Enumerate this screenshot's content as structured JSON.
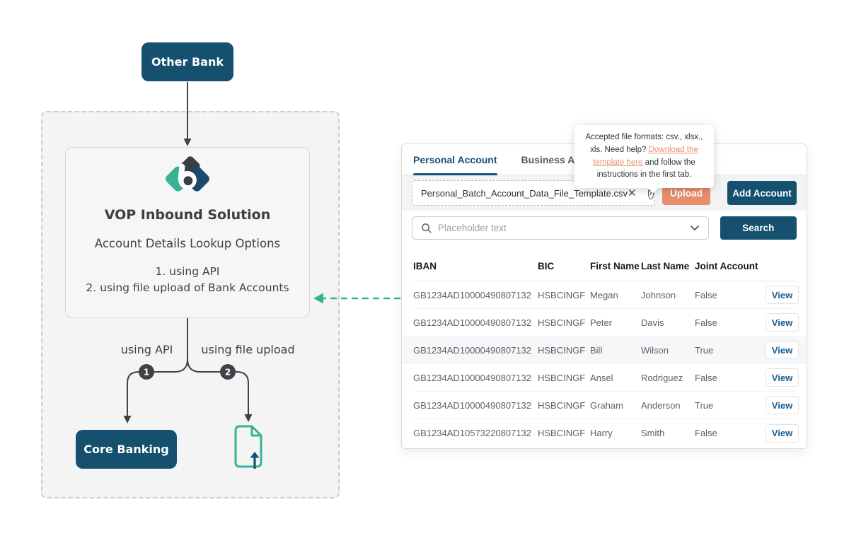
{
  "diagram": {
    "other_bank_label": "Other Bank",
    "solution_title": "VOP Inbound Solution",
    "solution_subtitle": "Account Details Lookup Options",
    "option_1": "1. using API",
    "option_2": "2. using file upload of Bank Accounts",
    "branch_api_label": "using API",
    "branch_file_label": "using file upload",
    "branch_api_number": "1",
    "branch_file_number": "2",
    "core_banking_label": "Core Banking",
    "colors": {
      "navy": "#15506f",
      "teal": "#35b392",
      "salmon": "#e78e6d",
      "charcoal": "#3f4347"
    }
  },
  "tooltip": {
    "text_before_link": "Accepted file formats: csv., xlsx., xls. Need help? ",
    "link_text": "Download the template here",
    "text_after_link": " and follow the instructions in the first tab."
  },
  "panel": {
    "tabs": [
      {
        "label": "Personal Account",
        "active": true
      },
      {
        "label": "Business Account",
        "active": false
      }
    ],
    "upload": {
      "file_name": "Personal_Batch_Account_Data_File_Template.csv",
      "upload_label": "Upload",
      "add_account_label": "Add Account"
    },
    "search": {
      "placeholder": "Placeholder text",
      "button_label": "Search"
    },
    "table": {
      "headers": [
        "IBAN",
        "BIC",
        "First Name",
        "Last Name",
        "Joint Account"
      ],
      "view_label": "View",
      "rows": [
        {
          "iban": "GB1234AD10000490807132",
          "bic": "HSBCINGF",
          "first": "Megan",
          "last": "Johnson",
          "joint": "False",
          "highlight": false
        },
        {
          "iban": "GB1234AD10000490807132",
          "bic": "HSBCINGF",
          "first": "Peter",
          "last": "Davis",
          "joint": "False",
          "highlight": false
        },
        {
          "iban": "GB1234AD10000490807132",
          "bic": "HSBCINGF",
          "first": "Bill",
          "last": "Wilson",
          "joint": "True",
          "highlight": true
        },
        {
          "iban": "GB1234AD10000490807132",
          "bic": "HSBCINGF",
          "first": "Ansel",
          "last": "Rodriguez",
          "joint": "False",
          "highlight": false
        },
        {
          "iban": "GB1234AD10000490807132",
          "bic": "HSBCINGF",
          "first": "Graham",
          "last": "Anderson",
          "joint": "True",
          "highlight": false
        },
        {
          "iban": "GB1234AD10573220807132",
          "bic": "HSBCINGF",
          "first": "Harry",
          "last": "Smith",
          "joint": "False",
          "highlight": false
        }
      ]
    }
  },
  "icons": {
    "close": "✕",
    "help": "?"
  }
}
